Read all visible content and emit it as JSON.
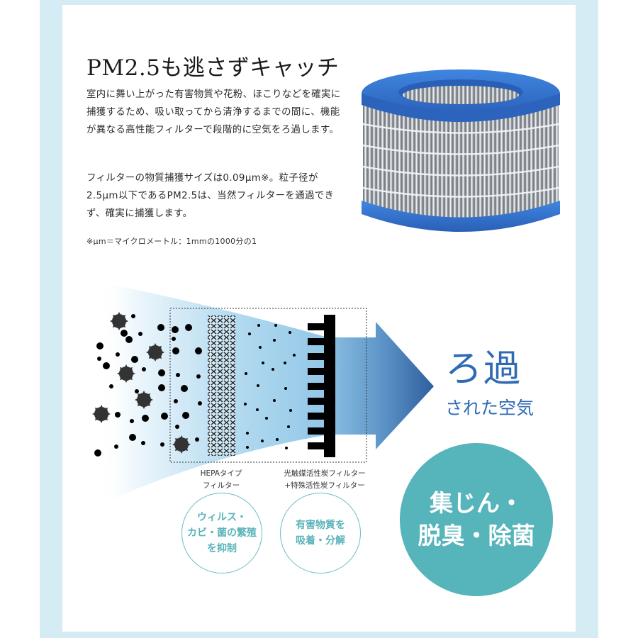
{
  "heading": {
    "title": "PM2.5も逃さずキャッチ"
  },
  "body": {
    "paragraph1": "室内に舞い上がった有害物質や花粉、ほこりなどを確実に捕獲するため、吸い取ってから清浄するまでの間に、機能が異なる高性能フィルターで段階的に空気をろ過します。",
    "paragraph2": "フィルターの物質捕獲サイズは0.09μm※。粒子径が2.5μm以下であるPM2.5は、当然フィルターを通過できず、確実に捕獲します。",
    "footnote": "※μm＝マイクロメートル：1mmの1000分の1"
  },
  "product_image": {
    "icon": "cylindrical-air-filter",
    "rim_color": "#2f6fcf"
  },
  "diagram": {
    "filter_labels": {
      "hepa": "HEPAタイプ\nフィルター",
      "carbon": "光触媒活性炭フィルター\n+特殊活性炭フィルター"
    },
    "result": {
      "main": "ろ過",
      "sub": "された空気"
    },
    "feature_circles": [
      {
        "text": "ウィルス・\nカビ・菌の繁殖\nを抑制"
      },
      {
        "text": "有害物質を\n吸着・分解"
      }
    ],
    "summary_circle": {
      "text": "集じん・\n脱臭・除菌"
    }
  },
  "colors": {
    "frame": "#d6ecf4",
    "accent_blue": "#2f6bb5",
    "teal": "#56b4bb",
    "teal_outline": "#6cbcc2"
  }
}
